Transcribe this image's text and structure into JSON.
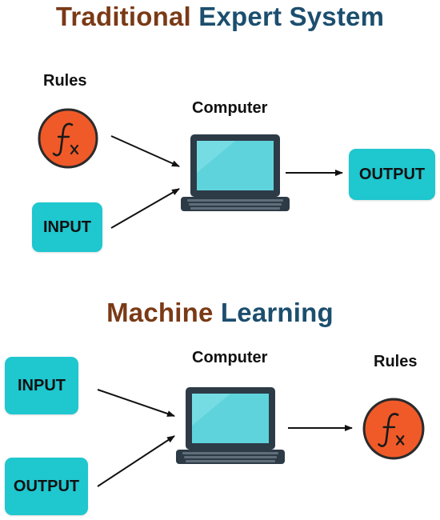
{
  "colors": {
    "title_primary": "#7a3a16",
    "title_secondary": "#1c4e6e",
    "box_fill": "#1fc7cf",
    "function_fill": "#f05a28",
    "laptop_body": "#2d3b47",
    "laptop_screen": "#5fd3dc"
  },
  "top": {
    "title_part1": "Traditional",
    "title_part2": "Expert System",
    "rules_label": "Rules",
    "computer_label": "Computer",
    "input_label": "INPUT",
    "output_label": "OUTPUT",
    "rules_icon": "function-icon"
  },
  "bottom": {
    "title_part1": "Machine",
    "title_part2": "Learning",
    "computer_label": "Computer",
    "rules_label": "Rules",
    "input_label": "INPUT",
    "output_label": "OUTPUT",
    "rules_icon": "function-icon"
  }
}
